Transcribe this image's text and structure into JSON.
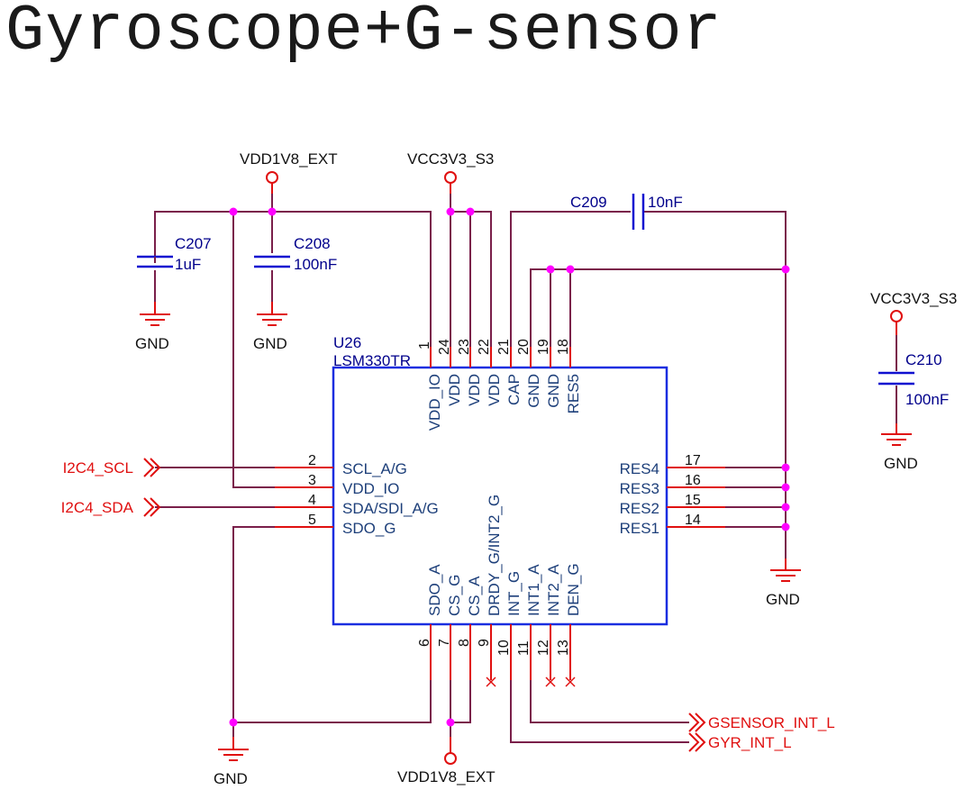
{
  "title": "Gyroscope+G-sensor",
  "chip": {
    "ref": "U26",
    "part": "LSM330TR"
  },
  "pins": {
    "top": [
      {
        "num": "1",
        "name": "VDD_IO"
      },
      {
        "num": "24",
        "name": "VDD"
      },
      {
        "num": "23",
        "name": "VDD"
      },
      {
        "num": "22",
        "name": "VDD"
      },
      {
        "num": "21",
        "name": "CAP"
      },
      {
        "num": "20",
        "name": "GND"
      },
      {
        "num": "19",
        "name": "GND"
      },
      {
        "num": "18",
        "name": "RES5"
      }
    ],
    "left": [
      {
        "num": "2",
        "name": "SCL_A/G"
      },
      {
        "num": "3",
        "name": "VDD_IO"
      },
      {
        "num": "4",
        "name": "SDA/SDI_A/G"
      },
      {
        "num": "5",
        "name": "SDO_G"
      }
    ],
    "right": [
      {
        "num": "17",
        "name": "RES4"
      },
      {
        "num": "16",
        "name": "RES3"
      },
      {
        "num": "15",
        "name": "RES2"
      },
      {
        "num": "14",
        "name": "RES1"
      }
    ],
    "bottom": [
      {
        "num": "6",
        "name": "SDO_A"
      },
      {
        "num": "7",
        "name": "CS_G"
      },
      {
        "num": "8",
        "name": "CS_A"
      },
      {
        "num": "9",
        "name": "DRDY_G/INT2_G"
      },
      {
        "num": "10",
        "name": "INT_G"
      },
      {
        "num": "11",
        "name": "INT1_A"
      },
      {
        "num": "12",
        "name": "INT2_A"
      },
      {
        "num": "13",
        "name": "DEN_G"
      }
    ]
  },
  "capacitors": [
    {
      "ref": "C207",
      "value": "1uF"
    },
    {
      "ref": "C208",
      "value": "100nF"
    },
    {
      "ref": "C209",
      "value": "10nF"
    },
    {
      "ref": "C210",
      "value": "100nF"
    }
  ],
  "power": {
    "vdd1v8_top": "VDD1V8_EXT",
    "vcc3v3_top": "VCC3V3_S3",
    "vcc3v3_right": "VCC3V3_S3",
    "vdd1v8_bottom": "VDD1V8_EXT"
  },
  "grounds": {
    "gnd_c207": "GND",
    "gnd_c208": "GND",
    "gnd_c210": "GND",
    "gnd_res": "GND",
    "gnd_sdo": "GND"
  },
  "nets": {
    "scl": "I2C4_SCL",
    "sda": "I2C4_SDA",
    "gsensor_int": "GSENSOR_INT_L",
    "gyr_int": "GYR_INT_L"
  },
  "colors": {
    "wire": "#7a1f4a",
    "pin": "#e01010",
    "junction": "#ff00ff",
    "chip_outline": "#1a2ee0",
    "capacitor": "#1010d0"
  }
}
